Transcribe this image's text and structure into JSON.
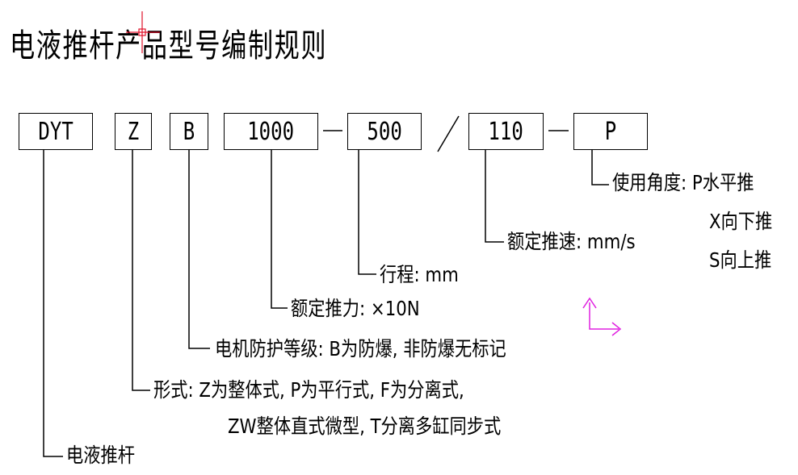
{
  "title": "电液推杆产品型号编制规则",
  "codes": {
    "series": "DYT",
    "form": "Z",
    "protection": "B",
    "thrust": "1000",
    "stroke": "500",
    "speed": "110",
    "angle": "P"
  },
  "separators": {
    "dash": "—",
    "slash": "/"
  },
  "labels": {
    "angle_line1": "使用角度: P水平推",
    "angle_line2": "X向下推",
    "angle_line3": "S向上推",
    "speed": "额定推速: mm/s",
    "stroke": "行程: mm",
    "thrust": "额定推力: ×10N",
    "protection": "电机防护等级: B为防爆, 非防爆无标记",
    "form_line1": "形式: Z为整体式, P为平行式, F为分离式,",
    "form_line2": "ZW整体直式微型, T分离多缸同步式",
    "series": "电液推杆"
  },
  "colors": {
    "cursor": "#e0102a",
    "ucs": "#e020e0"
  }
}
